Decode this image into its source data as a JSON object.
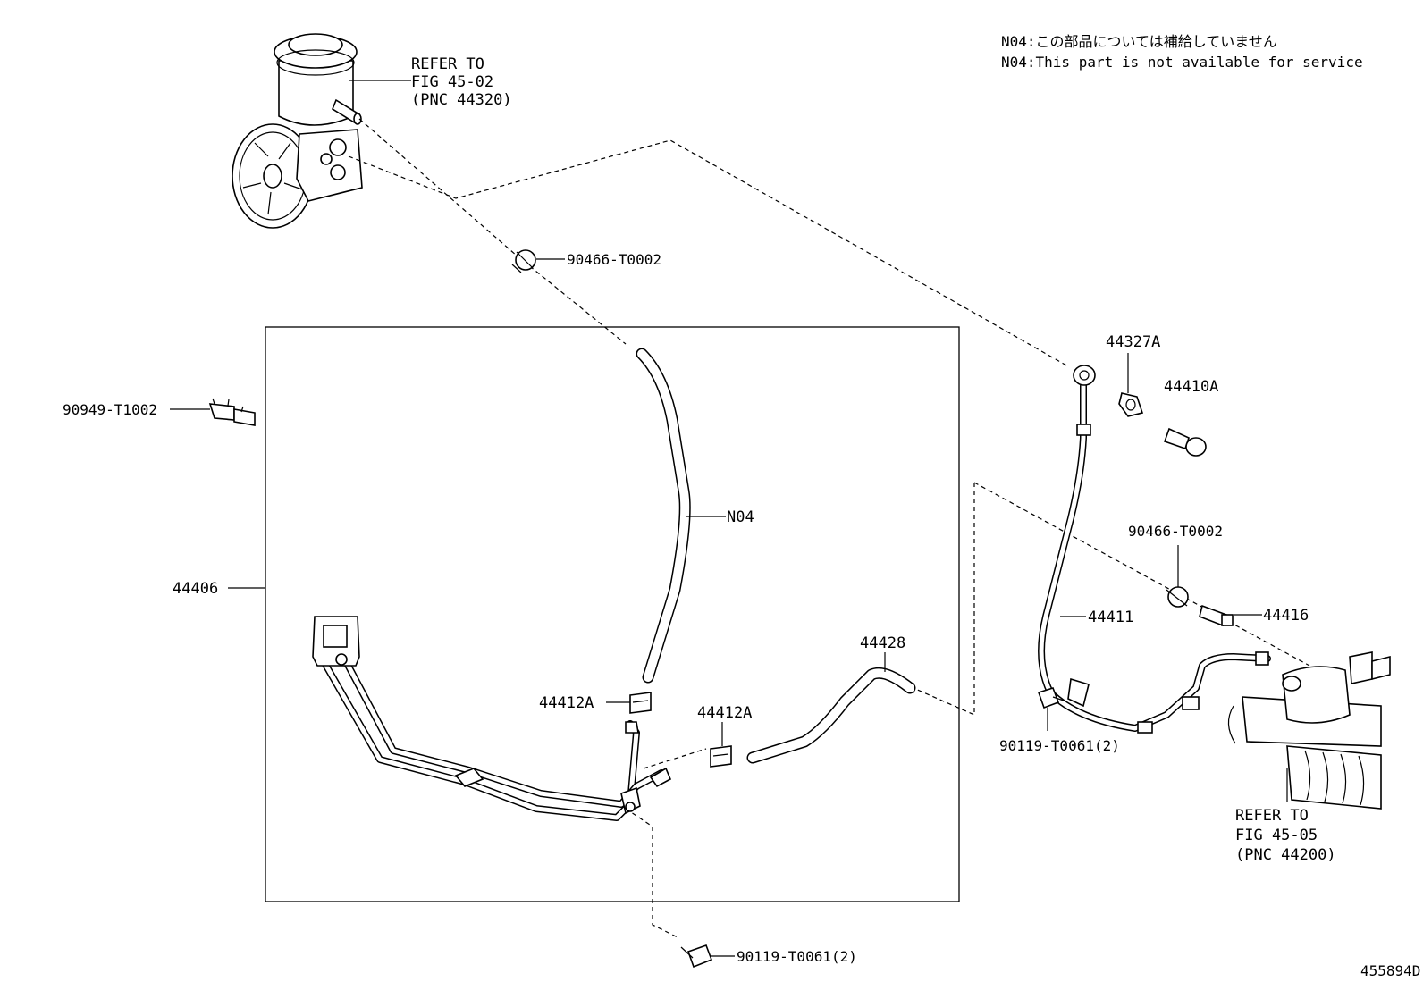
{
  "notes": {
    "jp": "N04:この部品については補給していません",
    "en": "N04:This part is not available for service"
  },
  "refs": {
    "pump": {
      "line1": "REFER TO",
      "line2": "FIG 45-02",
      "line3": "(PNC 44320)"
    },
    "gear": {
      "line1": "REFER TO",
      "line2": "FIG 45-05",
      "line3": "(PNC 44200)"
    }
  },
  "parts": {
    "clamp_top": "90466-T0002",
    "clip_left": "90949-T1002",
    "assy": "44406",
    "hose_n04": "N04",
    "clamp_a1": "44412A",
    "clamp_a2": "44412A",
    "return_hose": "44428",
    "bolt_bottom": "90119-T0061(2)",
    "gasket": "44327A",
    "union_bolt": "44410A",
    "clamp_right": "90466-T0002",
    "union": "44416",
    "pressure_tube": "44411",
    "bolt_right": "90119-T0061(2)"
  },
  "figure_id": "455894D"
}
